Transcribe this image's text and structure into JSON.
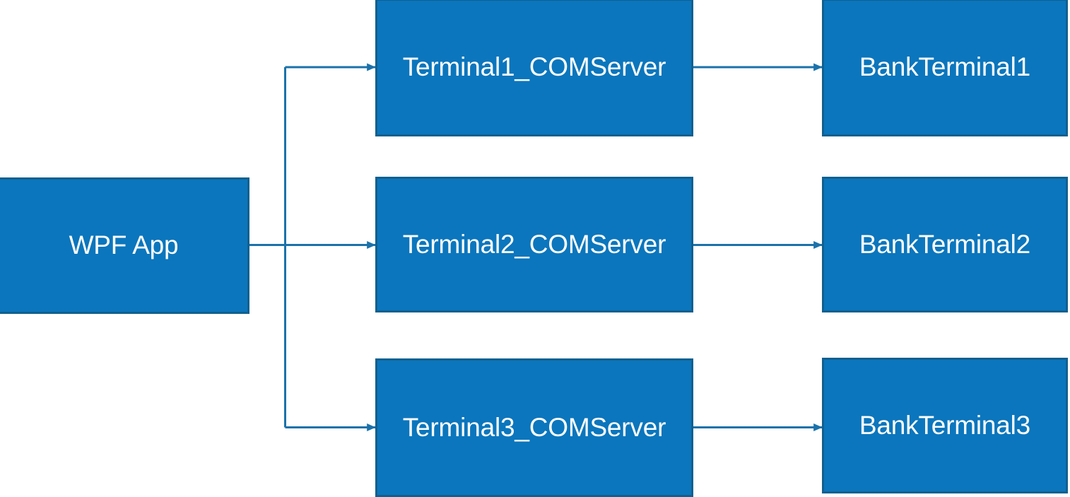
{
  "diagram": {
    "title": "WPF App to COM Server to Bank Terminal architecture",
    "background_color": "#FFFFFF",
    "node_fill_color": "#0B76BD",
    "node_border_color": "#11608F",
    "node_text_color": "#FFFFFF",
    "edge_color": "#1B72AB"
  },
  "nodes": {
    "wpf_app": {
      "label": "WPF App"
    },
    "terminal1_comserver": {
      "label": "Terminal1_COMServer"
    },
    "terminal2_comserver": {
      "label": "Terminal2_COMServer"
    },
    "terminal3_comserver": {
      "label": "Terminal3_COMServer"
    },
    "bank_terminal1": {
      "label": "BankTerminal1"
    },
    "bank_terminal2": {
      "label": "BankTerminal2"
    },
    "bank_terminal3": {
      "label": "BankTerminal3"
    }
  },
  "edges": [
    {
      "id": "wpf-to-terminal1",
      "from": "WPF App",
      "to": "Terminal1_COMServer",
      "label": "",
      "style": "orthogonal-arrow"
    },
    {
      "id": "wpf-to-terminal2",
      "from": "WPF App",
      "to": "Terminal2_COMServer",
      "label": "",
      "style": "straight-arrow"
    },
    {
      "id": "wpf-to-terminal3",
      "from": "WPF App",
      "to": "Terminal3_COMServer",
      "label": "",
      "style": "orthogonal-arrow"
    },
    {
      "id": "terminal1-to-bank1",
      "from": "Terminal1_COMServer",
      "to": "BankTerminal1",
      "label": "",
      "style": "straight-arrow"
    },
    {
      "id": "terminal2-to-bank2",
      "from": "Terminal2_COMServer",
      "to": "BankTerminal2",
      "label": "",
      "style": "straight-arrow"
    },
    {
      "id": "terminal3-to-bank3",
      "from": "Terminal3_COMServer",
      "to": "BankTerminal3",
      "label": "",
      "style": "straight-arrow"
    }
  ]
}
